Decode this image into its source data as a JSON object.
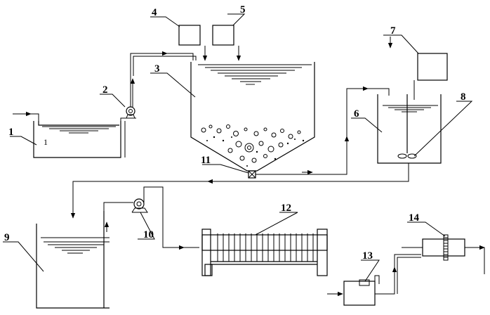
{
  "labels": {
    "n1": "1",
    "n1_inner": "1",
    "n2": "2",
    "n3": "3",
    "n4": "4",
    "n5": "5",
    "n6": "6",
    "n7": "7",
    "n8": "8",
    "n9": "9",
    "n10": "10",
    "n11": "11",
    "n12": "12",
    "n13": "13",
    "n14": "14"
  }
}
